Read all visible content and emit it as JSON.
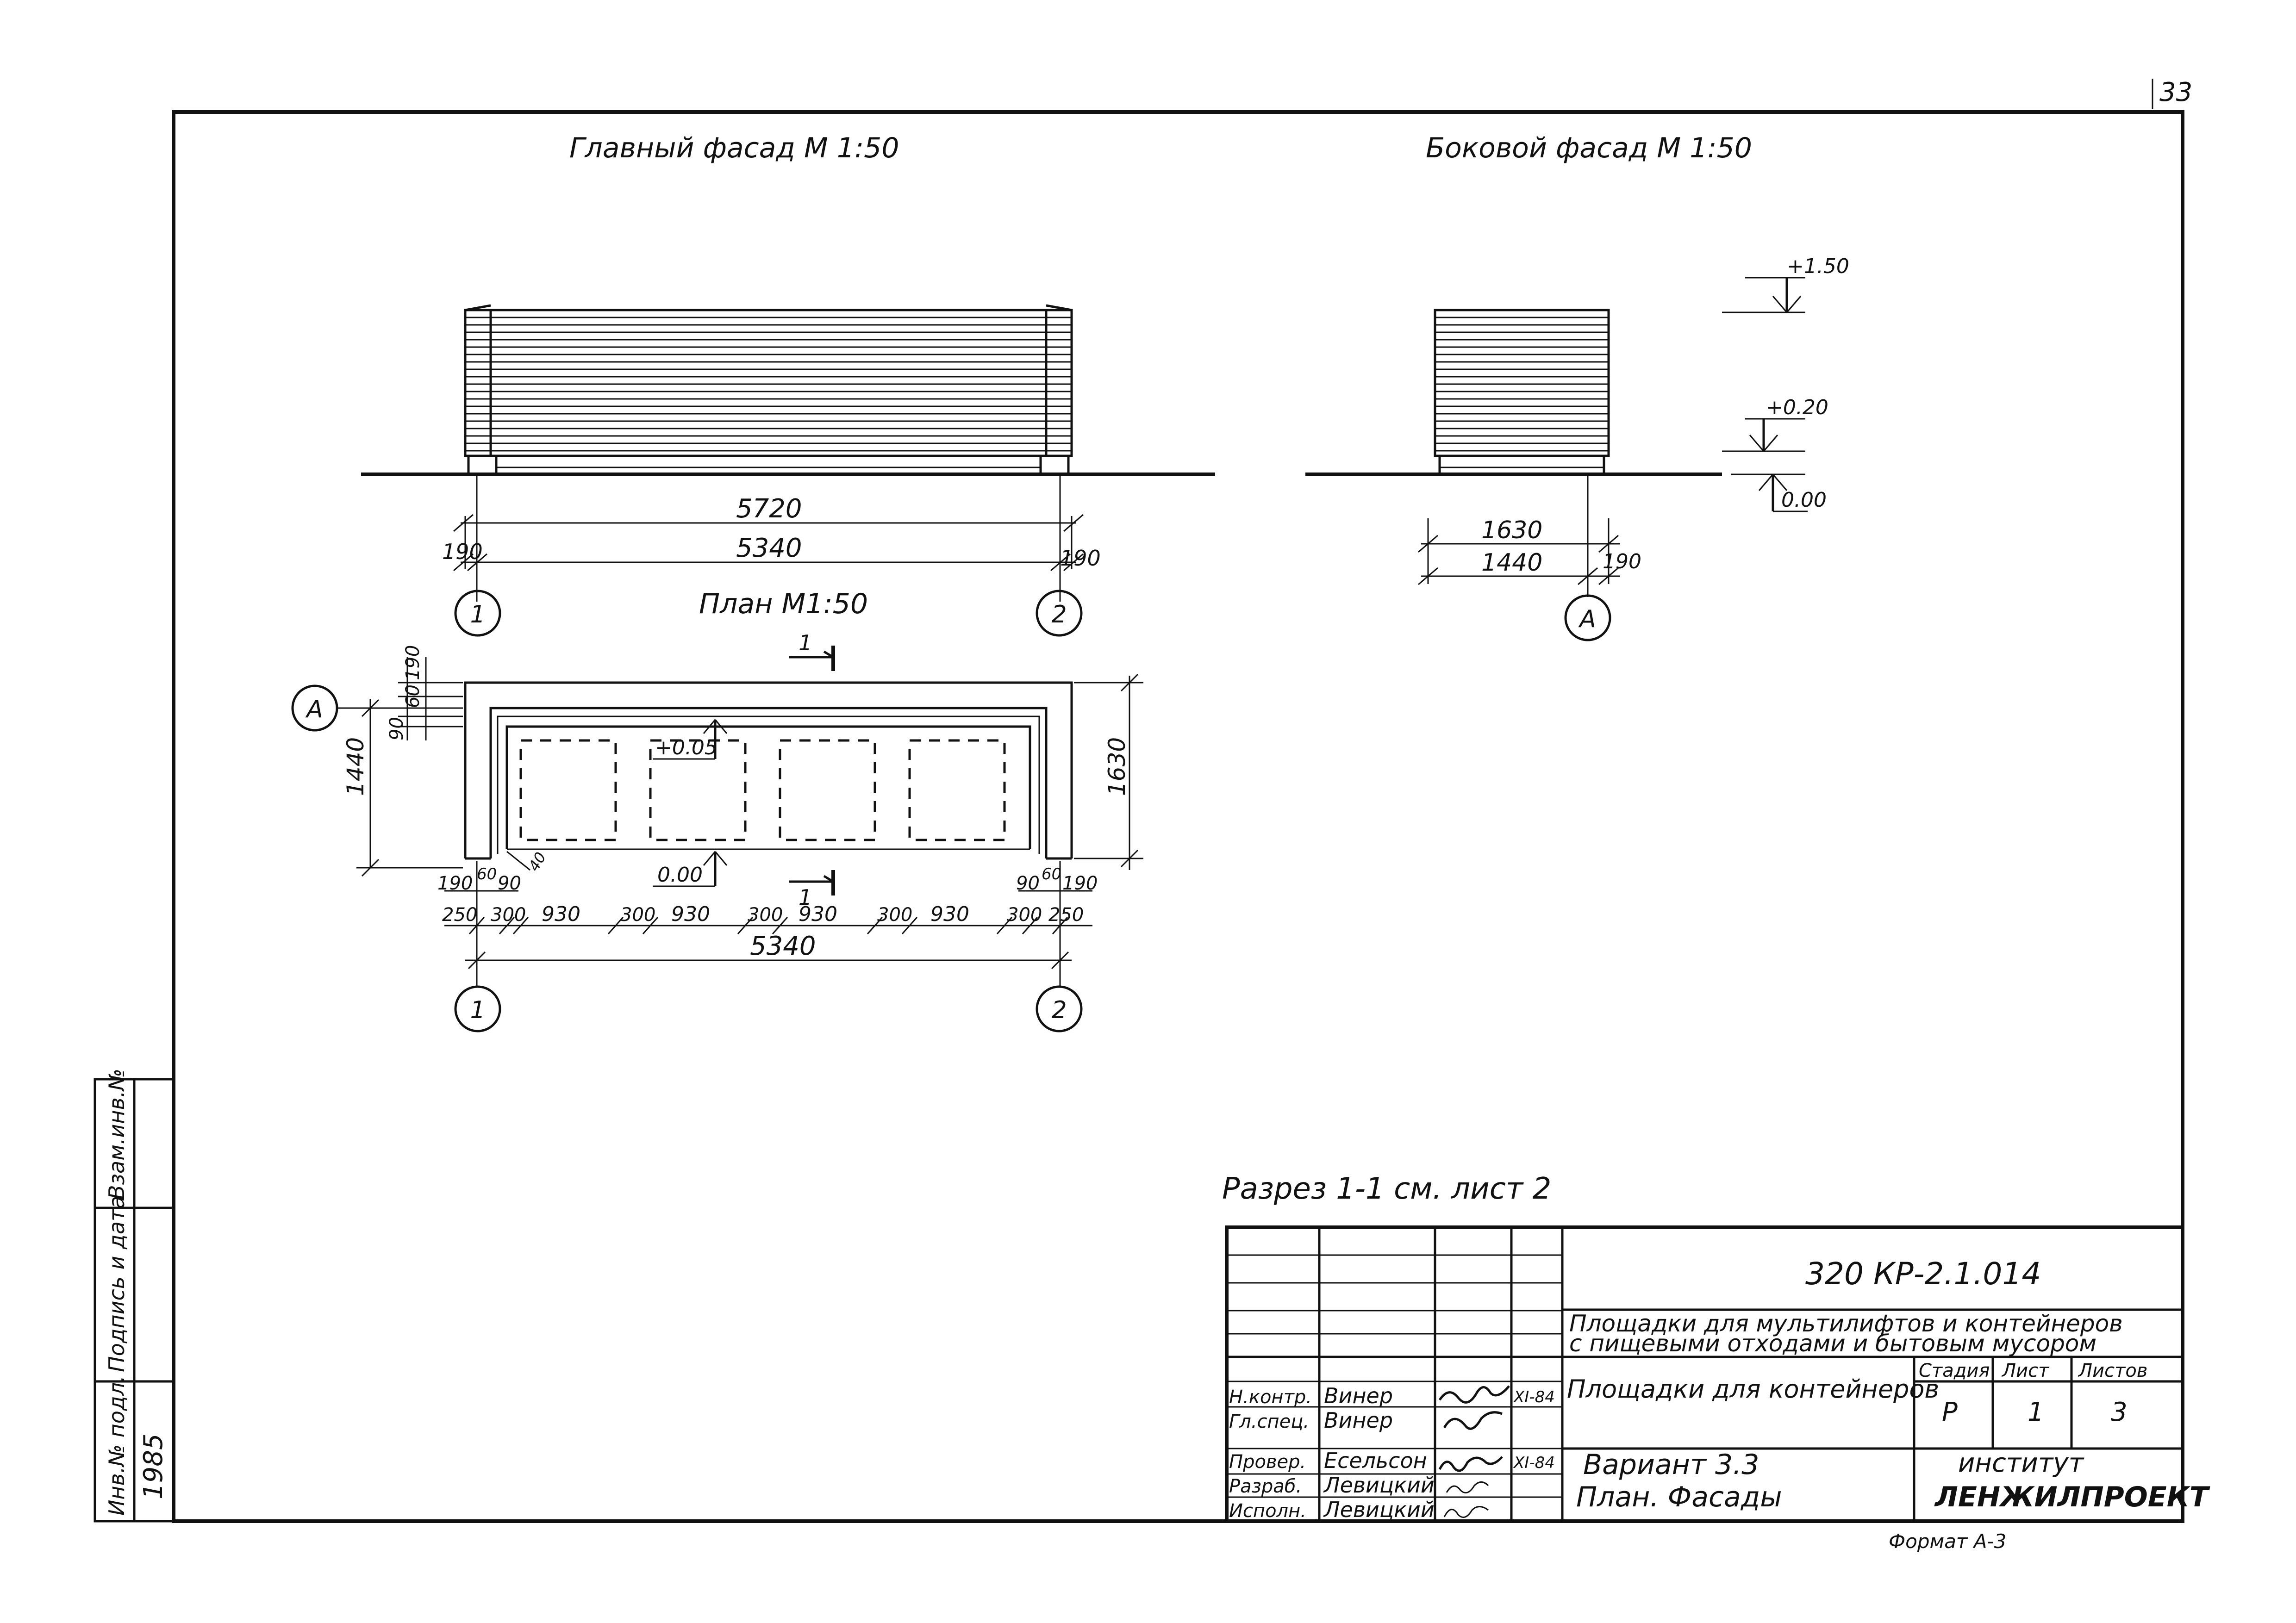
{
  "sheet": {
    "page_number": "33",
    "format_label": "Формат А-3"
  },
  "views": {
    "main_facade_title": "Главный фасад М 1:50",
    "side_facade_title": "Боковой фасад М 1:50",
    "plan_title": "План М1:50",
    "section_note": "Разрез 1-1 см. лист 2"
  },
  "elevations": {
    "top": "+1.50",
    "mid": "+0.20",
    "ground": "0.00"
  },
  "main_facade_dims": {
    "overall": "5720",
    "inner": "5340",
    "left_end": "190",
    "right_end": "190",
    "axis_left": "1",
    "axis_right": "2"
  },
  "side_facade_dims": {
    "overall": "1630",
    "inner": "1440",
    "end": "190",
    "axis": "А"
  },
  "plan": {
    "axis_a": "А",
    "dim_vertical_left": "1440",
    "dim_vertical_right": "1630",
    "left_stack": [
      "90",
      "60",
      "190"
    ],
    "level_inside": "+0.05",
    "level_outside": "0.00",
    "section_mark_top": "1",
    "section_mark_bottom": "1",
    "corner_dim": "40",
    "row1_left": [
      "190",
      "60",
      "90"
    ],
    "row1_right": [
      "90",
      "60",
      "190"
    ],
    "row2": [
      "250",
      "300",
      "930",
      "300",
      "930",
      "300",
      "930",
      "300",
      "930",
      "300",
      "250"
    ],
    "overall": "5340",
    "axis_left": "1",
    "axis_right": "2"
  },
  "title_block": {
    "code": "320  КР-2.1.014",
    "project_line1": "Площадки для мультилифтов и контейнеров",
    "project_line2": "с пищевыми отходами и бытовым мусором",
    "sheet_title": "Площадки для контейнеров",
    "stage_label": "Стадия",
    "sheet_label": "Лист",
    "sheets_label": "Листов",
    "stage": "Р",
    "sheet_no": "1",
    "sheets_total": "3",
    "variant_line1": "Вариант    3.3",
    "variant_line2": "План. Фасады",
    "institute": "институт",
    "org": "ЛЕНЖИЛПРОЕКТ",
    "staff": [
      {
        "role": "Н.контр.",
        "name": "Винер",
        "date": "XI-84"
      },
      {
        "role": "Гл.спец.",
        "name": "Винер",
        "date": ""
      },
      {
        "role": "Провер.",
        "name": "Есельсон",
        "date": "XI-84"
      },
      {
        "role": "Разраб.",
        "name": "Левицкий",
        "date": ""
      },
      {
        "role": "Исполн.",
        "name": "Левицкий",
        "date": ""
      }
    ]
  },
  "side_stamp": {
    "labels": [
      "Инв.№ подл.",
      "Подпись и дата",
      "Взам.инв.№"
    ],
    "inv_value": "1985"
  }
}
